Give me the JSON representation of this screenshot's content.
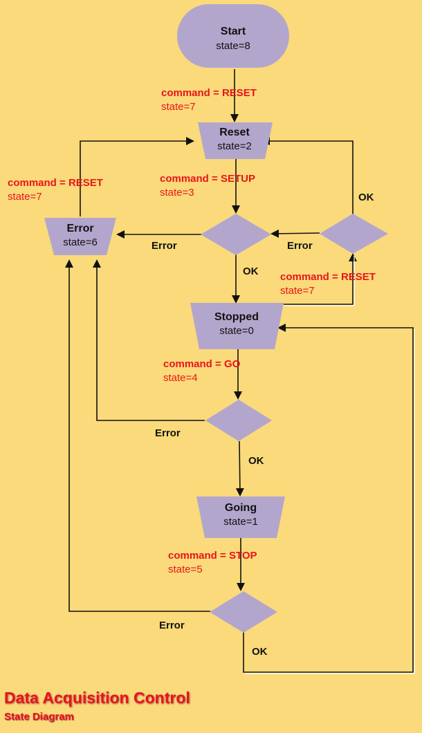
{
  "nodes": {
    "start": {
      "title": "Start",
      "state": "state=8"
    },
    "reset": {
      "title": "Reset",
      "state": "state=2"
    },
    "error": {
      "title": "Error",
      "state": "state=6"
    },
    "stopped": {
      "title": "Stopped",
      "state": "state=0"
    },
    "going": {
      "title": "Going",
      "state": "state=1"
    }
  },
  "transitions": {
    "start_reset": {
      "command": "command = RESET",
      "state": "state=7"
    },
    "error_reset": {
      "command": "command = RESET",
      "state": "state=7"
    },
    "reset_setup": {
      "command": "command = SETUP",
      "state": "state=3"
    },
    "stopped_reset": {
      "command": "command = RESET",
      "state": "state=7"
    },
    "stopped_go": {
      "command": "command = GO",
      "state": "state=4"
    },
    "going_stop": {
      "command": "command = STOP",
      "state": "state=5"
    }
  },
  "edge_labels": {
    "error": "Error",
    "ok": "OK"
  },
  "footer": {
    "title": "Data Acquisition Control",
    "subtitle": "State Diagram"
  }
}
